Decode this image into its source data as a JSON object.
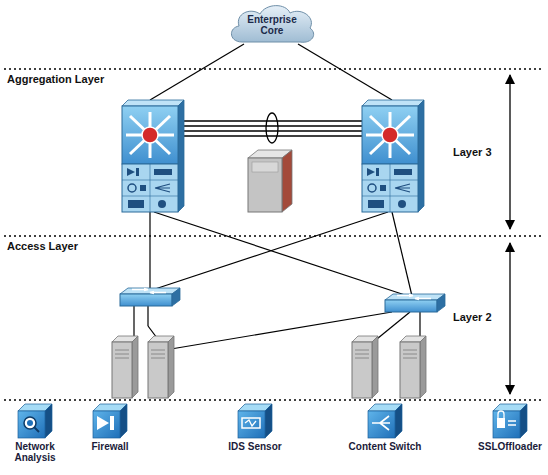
{
  "diagram": {
    "nodes": [
      {
        "text": [
          "Enterprise Core"
        ]
      }
    ],
    "labels": [
      "Aggregation Layer",
      "Access Layer",
      "Layer 3",
      "Layer 2"
    ],
    "legend": [
      {
        "text": "Network Analysis"
      },
      {
        "text": "Firewall"
      },
      {
        "text": "IDS Sensor"
      },
      {
        "text": "Content Switch"
      },
      {
        "text": "SSLOffloader"
      }
    ]
  }
}
